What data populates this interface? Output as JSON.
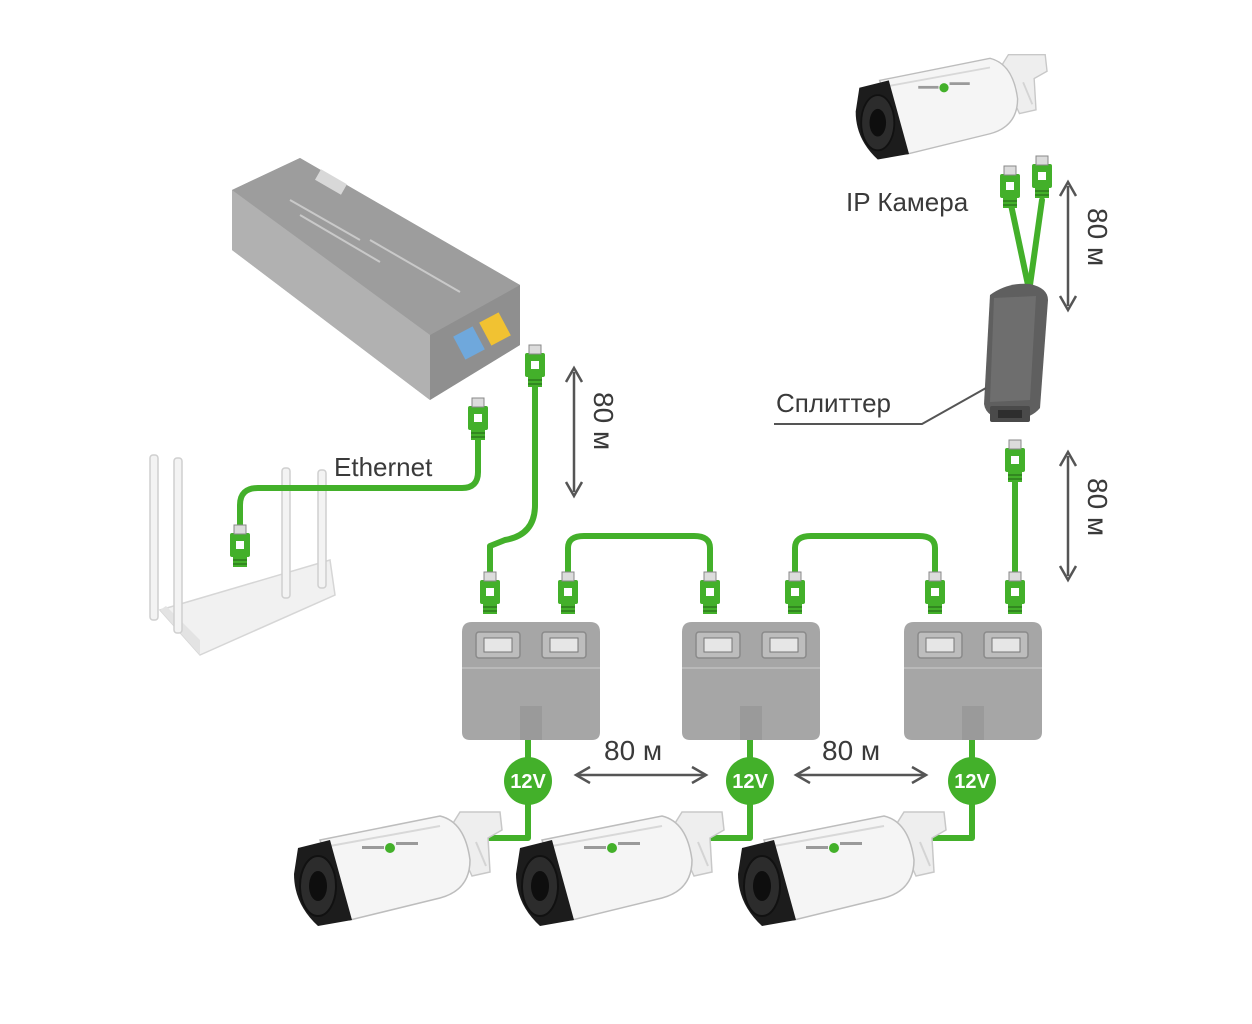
{
  "labels": {
    "ethernet": "Ethernet",
    "ip_camera": "IP Камера",
    "splitter": "Сплиттер",
    "distance": "80 м",
    "voltage": "12V"
  },
  "colors": {
    "cable_green": "#43b02a",
    "device_gray": "#a9a9a9",
    "device_dark": "#8d8d8d",
    "text": "#3a3a3a"
  }
}
